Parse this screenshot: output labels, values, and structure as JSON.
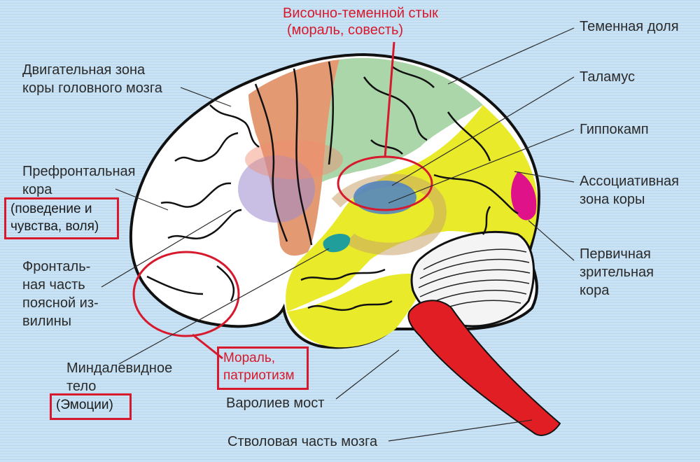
{
  "labels": {
    "temporoparietal_title": "Височно-теменной стык",
    "temporoparietal_note": "(мораль, совесть)",
    "parietal_lobe": "Теменная доля",
    "thalamus": "Таламус",
    "hippocampus": "Гиппокамп",
    "association_zone": [
      "Ассоциативная",
      "зона коры"
    ],
    "primary_visual": [
      "Первичная",
      "зрительная",
      "кора"
    ],
    "motor_zone": [
      "Двигательная зона",
      "коры головного мозга"
    ],
    "prefrontal": [
      "Префронтальная",
      "кора"
    ],
    "prefrontal_note": [
      "(поведение и",
      "чувства, воля)"
    ],
    "cingulate": [
      "Фронталь-",
      "ная часть",
      "поясной из-",
      "вилины"
    ],
    "amygdala": [
      "Миндалевидное",
      "тело"
    ],
    "amygdala_note": "(Эмоции)",
    "morality": [
      "Мораль,",
      "патриотизм"
    ],
    "pons": "Варолиев мост",
    "brainstem": "Стволовая часть мозга"
  },
  "colors": {
    "highlight_red": "#d7192d",
    "motor_orange": "#e2956b",
    "parietal_green": "#a7d4a4",
    "temporal_yellow": "#e9ea2a",
    "visual_magenta": "#e0128a",
    "brainstem_red": "#e01e24",
    "thalamus_blue": "#4a80c8",
    "hippocampus_teal": "#1f9e9c"
  }
}
